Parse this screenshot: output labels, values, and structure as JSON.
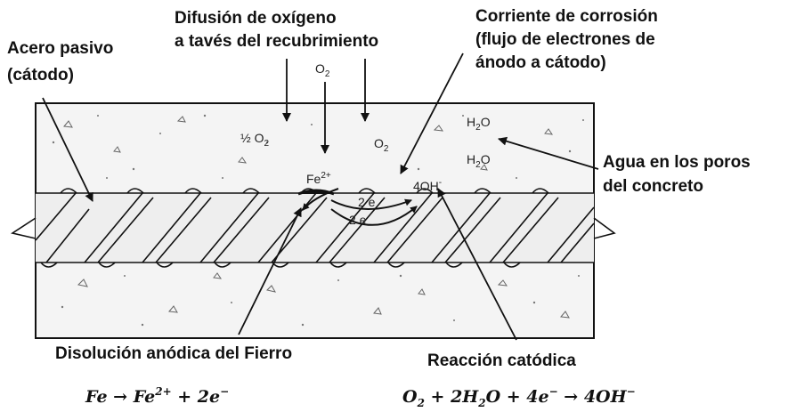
{
  "labels": {
    "diffusion_line1": "Difusión de oxígeno",
    "diffusion_line2": "a tavés del recubrimiento",
    "current_line1": "Corriente de corrosión",
    "current_line2": "(flujo de electrones de",
    "current_line3": "ánodo a cátodo)",
    "passive_line1": "Acero pasivo",
    "passive_line2": "(cátodo)",
    "water_line1": "Agua en los poros",
    "water_line2": "del concreto",
    "anodic": "Disolución anódica del Fierro",
    "cathodic": "Reacción catódica"
  },
  "chemistry": {
    "o2_top": "O",
    "o2_top_sub": "2",
    "half_o2": "½ O",
    "half_o2_sub": "2",
    "o2_right": "O",
    "o2_right_sub": "2",
    "h2o_1": "H",
    "h2o_1_sub": "2",
    "h2o_1_tail": "O",
    "h2o_2": "H",
    "h2o_2_sub": "2",
    "h2o_2_tail": "O",
    "fe_ion": "Fe",
    "fe_ion_sup": "2+",
    "hydroxide": "4OH",
    "hydroxide_sup": "-",
    "electron_1": "2 e",
    "electron_2": "2 e"
  },
  "equations": {
    "anodic_a": "Fe  → Fe",
    "anodic_a_sup": "2+",
    "anodic_b": " + 2e",
    "anodic_b_sup": "−",
    "cathodic_a": "O",
    "cathodic_a_sub": "2",
    "cathodic_b": " + 2H",
    "cathodic_b_sub": "2",
    "cathodic_c": "O + 4e",
    "cathodic_c_sup": "−",
    "cathodic_d": " → 4OH",
    "cathodic_d_sup": "−"
  },
  "colors": {
    "line": "#111111",
    "concrete": "#f4f4f4",
    "rebar": "#eeeeee"
  }
}
